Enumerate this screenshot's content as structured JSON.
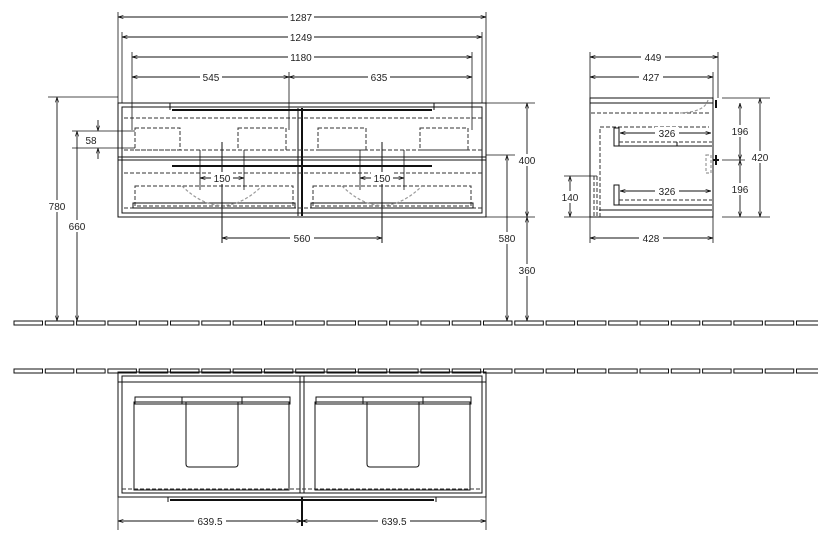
{
  "drawing": {
    "title": "Vanity unit technical drawing (front, side and top views)",
    "units": "mm",
    "colors": {
      "line": "#111111",
      "hidden_line": "#999999",
      "background": "#ffffff"
    }
  },
  "front_view": {
    "dims": {
      "overall_width": "1287",
      "inner_width": "1249",
      "top_width": "1180",
      "left_segment": "545",
      "right_segment": "635",
      "drawer_height_small": "58",
      "siphon_left": "150",
      "siphon_right": "150",
      "center_distance": "560",
      "total_height": "780",
      "top_height": "660",
      "unit_height": "400",
      "bottom_height": "580",
      "floor_clearance": "360"
    }
  },
  "side_view": {
    "dims": {
      "depth_overall": "449",
      "depth_inner": "427",
      "drawer_depth_upper": "326",
      "drawer_depth_lower": "326",
      "upper_front": "196",
      "lower_front": "196",
      "height": "420",
      "plinth": "140",
      "base_depth": "428"
    }
  },
  "top_view": {
    "dims": {
      "left_half": "639.5",
      "right_half": "639.5"
    }
  }
}
